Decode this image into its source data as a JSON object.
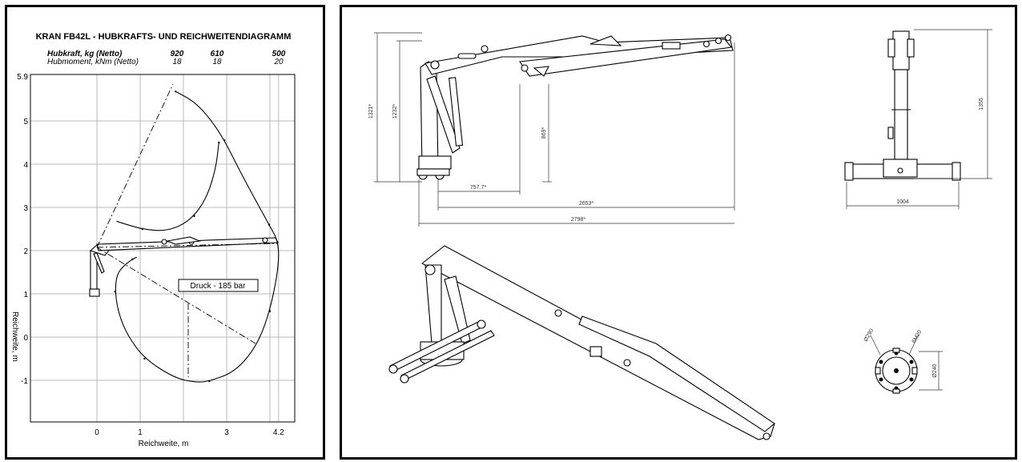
{
  "lift_chart": {
    "title": "KRAN FB42L - HUBKRAFTS- UND REICHWEITENDIAGRAMM",
    "row1_label": "Hubkraft, kg (Netto)",
    "row1_values": [
      "920",
      "610",
      "500"
    ],
    "row2_label": "Hubmoment, kNm (Netto)",
    "row2_values": [
      "18",
      "18",
      "20"
    ],
    "pressure_label": "Druck - 185 bar"
  },
  "chart_data": {
    "type": "line",
    "xlabel": "Reichweite, m",
    "ylabel": "Reichweite, m",
    "x_ticks": [
      "0",
      "1",
      "3",
      "4.2"
    ],
    "y_ticks": [
      "5.9",
      "5",
      "4",
      "3",
      "2",
      "1",
      "0",
      "-1"
    ],
    "xlim": [
      -0.6,
      4.5
    ],
    "ylim": [
      -2.3,
      5.9
    ],
    "grid": true,
    "series": [
      {
        "x": [
          1.82,
          2.25,
          2.62,
          2.95,
          3.3,
          3.65,
          3.98,
          4.2,
          4.2,
          4.0,
          3.7,
          3.2,
          2.6,
          2.3,
          1.8,
          1.1,
          0.7,
          0.5,
          0.42,
          0.46,
          0.62,
          0.82,
          0.92
        ],
        "y": [
          5.68,
          5.45,
          5.05,
          4.55,
          3.85,
          3.2,
          2.6,
          2.2,
          1.6,
          0.6,
          -0.2,
          -0.8,
          -1.02,
          -1.05,
          -0.95,
          -0.5,
          0.05,
          0.55,
          1.05,
          1.45,
          1.65,
          1.8,
          1.85
        ]
      },
      {
        "x": [
          2.82,
          2.75,
          2.55,
          2.25,
          1.9,
          1.5,
          1.05,
          0.7,
          0.45
        ],
        "y": [
          4.5,
          3.9,
          3.25,
          2.8,
          2.55,
          2.45,
          2.5,
          2.6,
          2.68
        ]
      }
    ]
  },
  "drawings": {
    "side_view": {
      "dims": [
        "1321*",
        "1232*",
        "757.7*",
        "869*",
        "2653*",
        "2798*"
      ]
    },
    "front_view": {
      "dims": [
        "1355",
        "1004"
      ]
    },
    "base_detail": {
      "dims": [
        "Ø290",
        "6M20",
        "Ø240"
      ]
    }
  }
}
